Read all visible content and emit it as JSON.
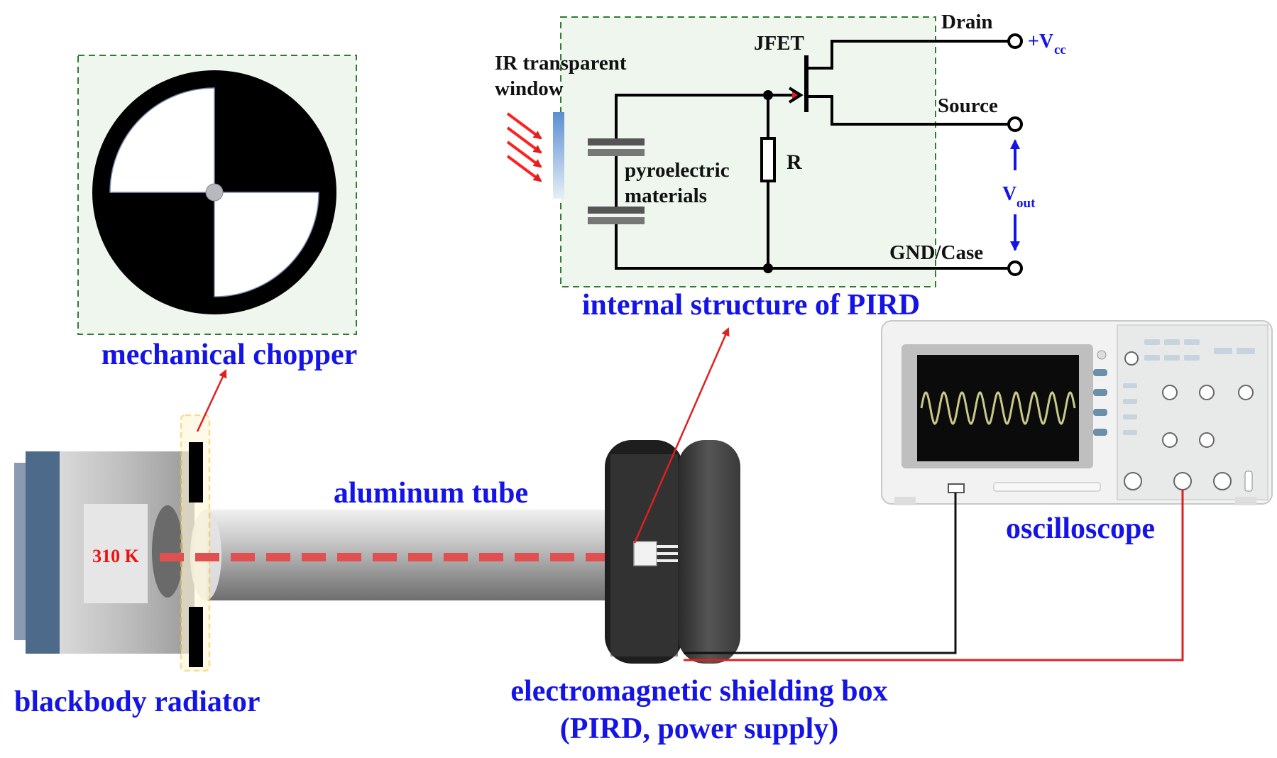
{
  "labels": {
    "mechanical_chopper": "mechanical chopper",
    "internal_structure": "internal structure of PIRD",
    "aluminum_tube": "aluminum tube",
    "oscilloscope": "oscilloscope",
    "blackbody_radiator": "blackbody radiator",
    "shielding_box_line1": "electromagnetic shielding box",
    "shielding_box_line2": "(PIRD, power supply)",
    "temperature": "310 K"
  },
  "circuit": {
    "ir_window_line1": "IR transparent",
    "ir_window_line2": "window",
    "jfet": "JFET",
    "drain": "Drain",
    "source": "Source",
    "gnd": "GND/Case",
    "resistor": "R",
    "pyro_line1": "pyroelectric",
    "pyro_line2": "materials",
    "vcc_prefix": "+V",
    "vcc_sub": "cc",
    "vout": "V",
    "vout_sub": "out"
  },
  "colors": {
    "label_blue": "#1414e6",
    "beam_red": "#e05050",
    "box_green_fill": "#eef6ee",
    "box_green_border": "#2e7d32",
    "chopper_highlight": "#f5c542",
    "trace_yellow": "#c9c98a"
  }
}
